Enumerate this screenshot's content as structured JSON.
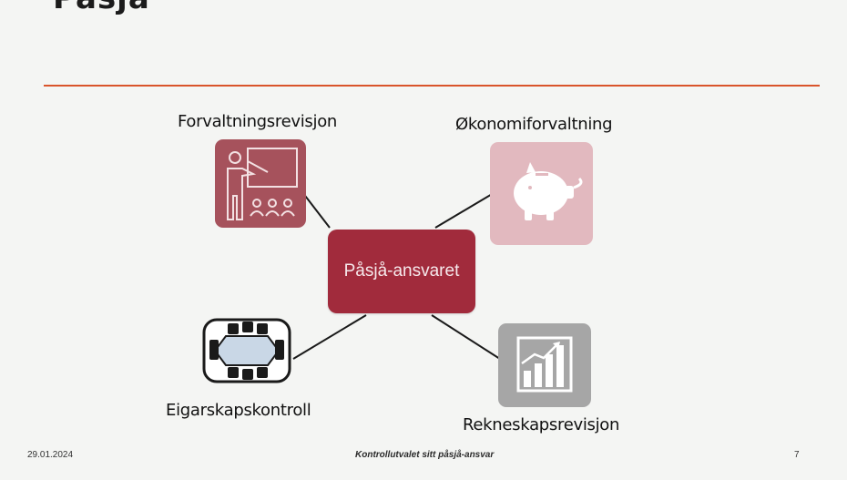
{
  "slide": {
    "title_fragment": "Påsjå",
    "center_label": "Påsjå-ansvaret",
    "nodes": {
      "forvaltning": {
        "label": "Forvaltningsrevisjon",
        "icon": "presentation-icon",
        "color": "#a6525c"
      },
      "okonomi": {
        "label": "Økonomiforvaltning",
        "icon": "piggy-bank-icon",
        "color": "#e2b9bf"
      },
      "eigarskap": {
        "label": "Eigarskapskontroll",
        "icon": "meeting-table-icon",
        "color": "#1a1a1a"
      },
      "rekneskap": {
        "label": "Rekneskapsrevisjon",
        "icon": "bar-chart-icon",
        "color": "#a6a6a6"
      }
    },
    "center_color": "#a12b3c",
    "rule_color": "#d9542b",
    "footer": {
      "date": "29.01.2024",
      "center": "Kontrollutvalet sitt påsjå-ansvar",
      "page": "7"
    }
  }
}
